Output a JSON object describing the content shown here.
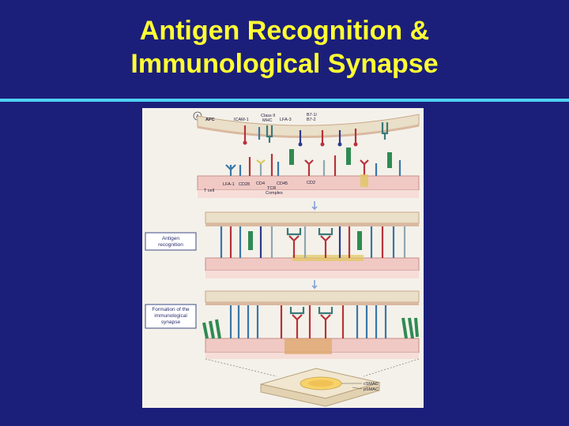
{
  "slide": {
    "title_line1": "Antigen Recognition &",
    "title_line2": "Immunological Synapse"
  },
  "figure": {
    "panel_letter": "A",
    "labels": {
      "apc": "APC",
      "icam1": "ICAM-1",
      "class2_a": "Class II",
      "class2_b": "MHC",
      "lfa3": "LFA-3",
      "b7_a": "B7-1/",
      "b7_b": "B7-2",
      "tcell": "T cell",
      "lfa1": "LFA-1",
      "cd28": "CD28",
      "cd4": "CD4",
      "tcr_a": "TCR",
      "tcr_b": "Complex",
      "cd45": "CD45",
      "cd2": "CD2",
      "csmac": "cSMAC",
      "psmac": "pSMAC"
    },
    "side_labels": {
      "antigen_line1": "Antigen",
      "antigen_line2": "recognition",
      "formation_line1": "Formation of the",
      "formation_line2": "immunological",
      "formation_line3": "synapse"
    },
    "colors": {
      "membrane_apc": "#eadfc8",
      "membrane_tcell": "#f0c9c4",
      "membrane_edge": "#c9a88a",
      "receptor_blue": "#3a77a8",
      "receptor_red": "#b8323a",
      "receptor_green": "#2f8a52",
      "receptor_gray": "#8fa7b0",
      "receptor_yellow": "#e0c760",
      "arrow": "#7f9ed6",
      "csmac": "#f6d36a",
      "psmac": "#f1e6cf"
    }
  }
}
